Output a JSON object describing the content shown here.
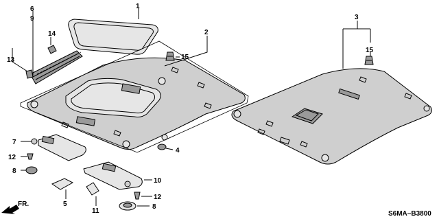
{
  "callouts": {
    "c1": "1",
    "c2": "2",
    "c3": "3",
    "c4": "4",
    "c5": "5",
    "c6": "6",
    "c7": "7",
    "c8a": "8",
    "c8b": "8",
    "c9": "9",
    "c10": "10",
    "c11": "11",
    "c12a": "12",
    "c12b": "12",
    "c13": "13",
    "c14": "14",
    "c15a": "15",
    "c15b": "15"
  },
  "front_indicator": "FR.",
  "diagram_code": "S6MA–B3800"
}
